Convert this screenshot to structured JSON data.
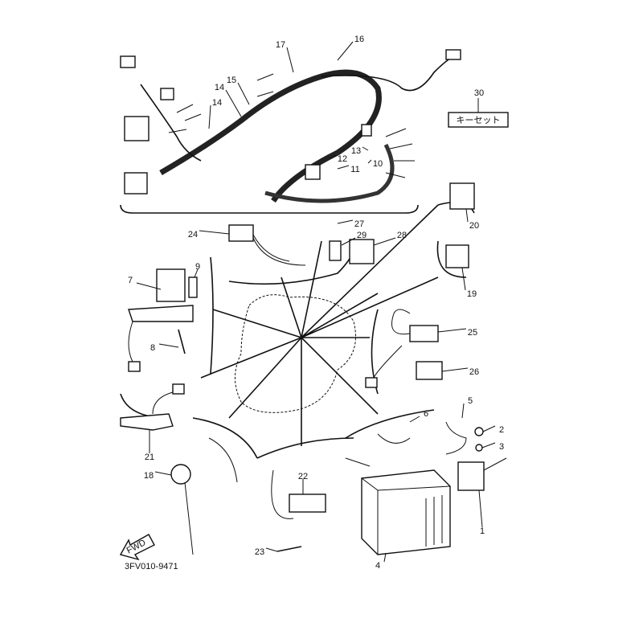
{
  "diagram": {
    "title_code": "3FV010-9471",
    "fwd_label": "FWD",
    "key_set": {
      "number": "30",
      "label": "キーセット"
    },
    "callouts": [
      "17",
      "16",
      "15",
      "14",
      "14",
      "13",
      "12",
      "11",
      "10",
      "20",
      "27",
      "29",
      "28",
      "24",
      "9",
      "7",
      "8",
      "19",
      "25",
      "26",
      "21",
      "6",
      "5",
      "2",
      "3",
      "18",
      "22",
      "23",
      "1",
      "4"
    ]
  }
}
